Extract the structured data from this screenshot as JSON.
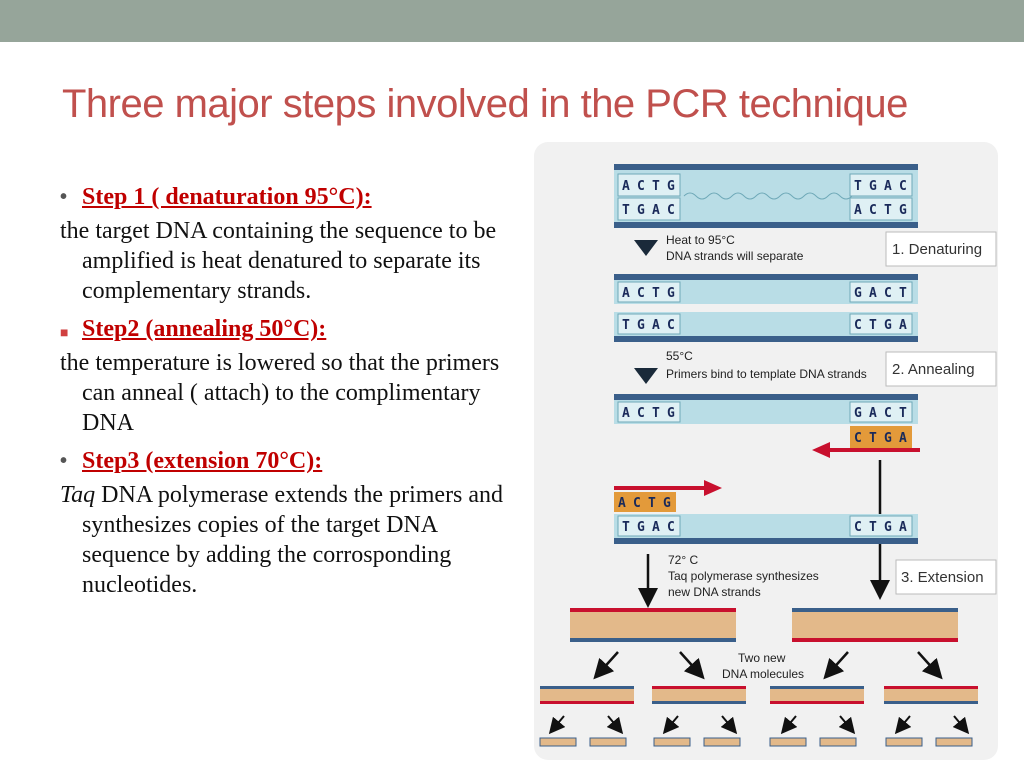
{
  "title": "Three major steps involved in the PCR technique",
  "steps": [
    {
      "heading": "Step 1 ( denaturation 95°C):",
      "body": "the target DNA containing the sequence to be amplified is heat denatured to separate its complementary strands."
    },
    {
      "heading": "Step2 (annealing 50°C):",
      "body": "the temperature is lowered so that the primers can anneal ( attach) to the complimentary DNA"
    },
    {
      "heading": "Step3 (extension 70°C):",
      "body_italic": "Taq",
      "body": " DNA polymerase extends the primers and synthesizes copies of the target DNA sequence by adding  the corrosponding nucleotides."
    }
  ],
  "figure": {
    "bases_top_left": [
      "A",
      "C",
      "T",
      "G"
    ],
    "bases_top_right": [
      "T",
      "G",
      "A",
      "C"
    ],
    "bases_bottom_left": [
      "T",
      "G",
      "A",
      "C"
    ],
    "bases_bottom_right": [
      "A",
      "C",
      "T",
      "G"
    ],
    "bases_primer_right_top": [
      "G",
      "A",
      "C",
      "T"
    ],
    "bases_primer_right_bottom": [
      "C",
      "T",
      "G",
      "A"
    ],
    "note1_line1": "Heat to 95°C",
    "note1_line2": "DNA strands will separate",
    "note2_line1": "55°C",
    "note2_line2": "Primers bind to template DNA strands",
    "note3_line1": "72° C",
    "note3_line2": "Taq polymerase synthesizes",
    "note3_line3": "new DNA strands",
    "step1_label": "1. Denaturing",
    "step2_label": "2. Annealing",
    "step3_label": "3. Extension",
    "two_new_line1": "Two new",
    "two_new_line2": "DNA molecules",
    "colors": {
      "backbone": "#3a5f8a",
      "strand": "#b9dde6",
      "primer": "#e39a3a",
      "arrow_red": "#c8102e",
      "label_box": "#ffffff"
    }
  }
}
